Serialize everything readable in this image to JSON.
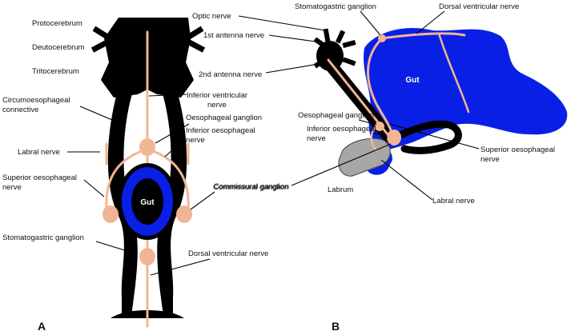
{
  "colors": {
    "nerve": "#f2b594",
    "ganglion": "#f2b594",
    "gut": "#0a1fe6",
    "brain": "#000000",
    "labrum": "#a7a7a7"
  },
  "panel_a": {
    "letter": "A",
    "gut_label": "Gut",
    "labels": {
      "protocerebrum": "Protocerebrum",
      "deutocerebrum": "Deutocerebrum",
      "tritocerebrum": "Tritocerebrum",
      "circumoesophageal_1": "Circumoesophageal",
      "circumoesophageal_2": "connective",
      "labral_nerve": "Labral nerve",
      "superior_oesophageal_1": "Superior oesophageal",
      "superior_oesophageal_2": "nerve",
      "stomatogastric_ganglion": "Stomatogastric ganglion",
      "inferior_ventricular_1": "Inferior ventricular",
      "inferior_ventricular_2": "nerve",
      "oesophageal_ganglion": "Oesophageal ganglion",
      "inferior_oesophageal_1": "Inferior oesophageal",
      "inferior_oesophageal_2": "nerve",
      "commissural_ganglion": "Commissural ganglion",
      "dorsal_ventricular_nerve": "Dorsal ventricular nerve"
    }
  },
  "panel_b": {
    "letter": "B",
    "gut_label": "Gut",
    "labels": {
      "optic_nerve": "Optic nerve",
      "antenna_1": "1st antenna nerve",
      "antenna_2": "2nd antenna nerve",
      "stomatogastric_ganglion": "Stomatogastric ganglion",
      "dorsal_ventricular_nerve": "Dorsal ventricular nerve",
      "oesophageal_ganglion": "Oesophageal ganglion",
      "inferior_oesophageal_1": "Inferior oesophageal",
      "inferior_oesophageal_2": "nerve",
      "commissural_ganglion": "Commissural ganglion",
      "labrum": "Labrum",
      "labral_nerve": "Labral nerve",
      "superior_oesophageal_1": "Superior oesophageal",
      "superior_oesophageal_2": "nerve"
    }
  }
}
